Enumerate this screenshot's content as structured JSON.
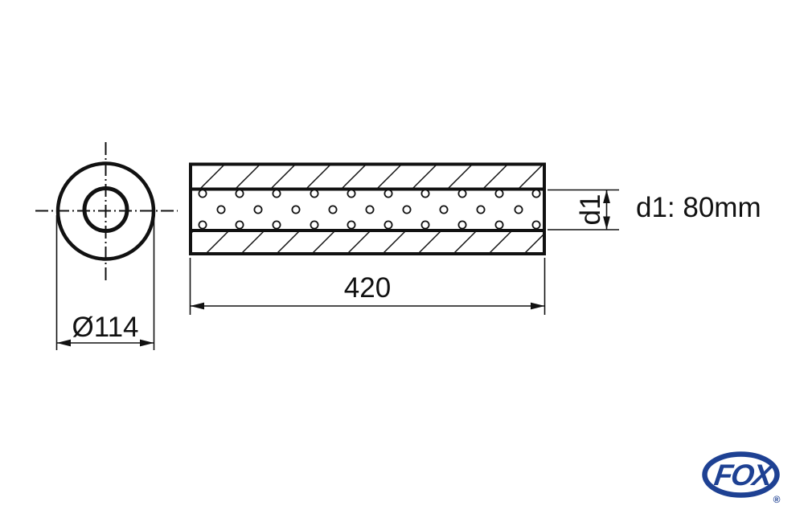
{
  "drawing": {
    "front_view": {
      "diameter_label": "Ø114",
      "outer_diameter_mm": 114
    },
    "side_view": {
      "length_label": "420",
      "length_mm": 420,
      "d1_label": "d1"
    },
    "annotations": {
      "d1_spec": "d1: 80mm",
      "d1_mm": 80
    },
    "logo": {
      "brand": "FOX",
      "registered_mark": "®",
      "color": "#1e4193"
    },
    "line_color": "#111111"
  }
}
